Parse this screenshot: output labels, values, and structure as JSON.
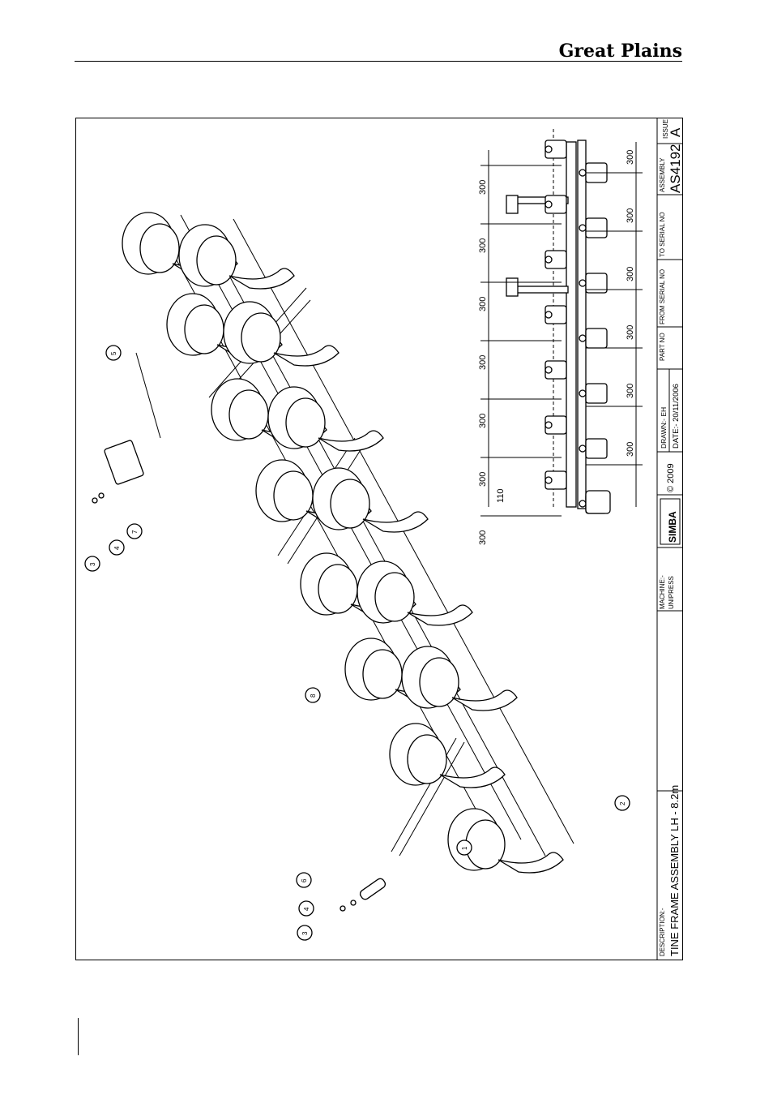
{
  "header": {
    "brand": "Great Plains"
  },
  "title_block": {
    "description_label": "DESCRIPTION:-",
    "description": "TINE FRAME ASSEMBLY LH - 8.2m",
    "machine_label": "MACHINE:-",
    "machine": "UNIPRESS",
    "logo_text": "SIMBA",
    "copyright": "© 2009",
    "drawn": "DRAWN:- EH",
    "date": "DATE:- 20/11/2006",
    "part_no_label": "PART NO",
    "from_serial_label": "FROM SERIAL NO",
    "to_serial_label": "TO SERIAL NO",
    "assembly_label": "ASSEMBLY",
    "assembly": "AS4192",
    "issue_label": "ISSUE",
    "issue": "A"
  },
  "dimensions": {
    "left_column": [
      "300",
      "300",
      "300",
      "300",
      "300",
      "300",
      "300"
    ],
    "left_bottom": "110",
    "right_column": [
      "300",
      "300",
      "300",
      "300",
      "300",
      "300"
    ]
  },
  "callouts": [
    "1",
    "2",
    "3",
    "4",
    "5",
    "6",
    "7",
    "8",
    "3",
    "4"
  ]
}
